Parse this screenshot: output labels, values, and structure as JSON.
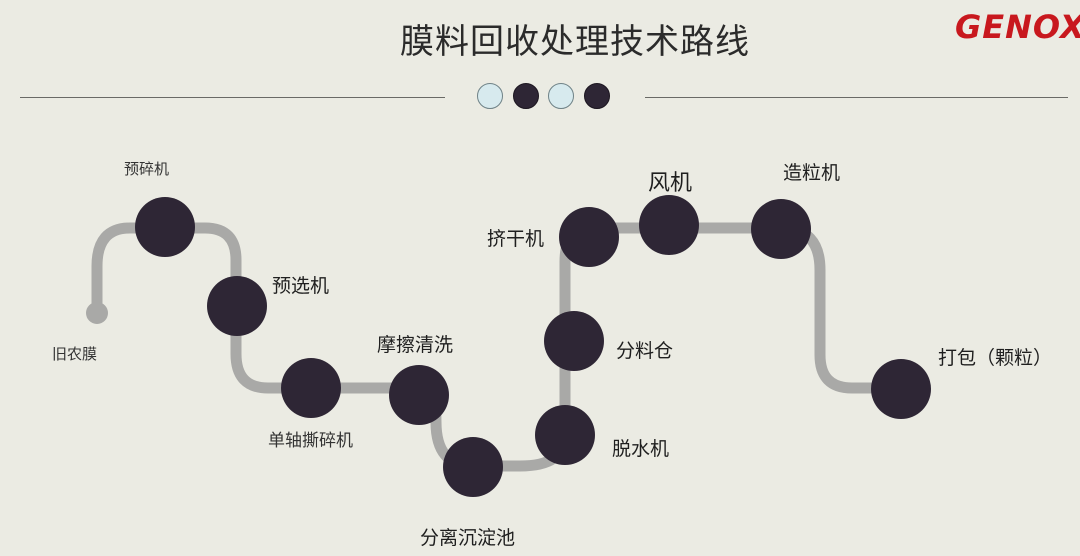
{
  "title": "膜料回收处理技术路线",
  "logo": "GENOX",
  "colors": {
    "background": "#ebebe3",
    "path": "#a9a9a7",
    "node": "#2e2635",
    "dot_light": "#d7eaee",
    "logo": "#c8181e"
  },
  "pager_dots": [
    "light",
    "dark",
    "light",
    "dark"
  ],
  "steps": {
    "start": "旧农膜",
    "s1": "预碎机",
    "s2": "预选机",
    "s3": "单轴撕碎机",
    "s4": "摩擦清洗",
    "s5": "分离沉淀池",
    "s6": "脱水机",
    "s7": "分料仓",
    "s8": "挤干机",
    "s9": "风机",
    "s10": "造粒机",
    "s11": "打包（颗粒）"
  }
}
